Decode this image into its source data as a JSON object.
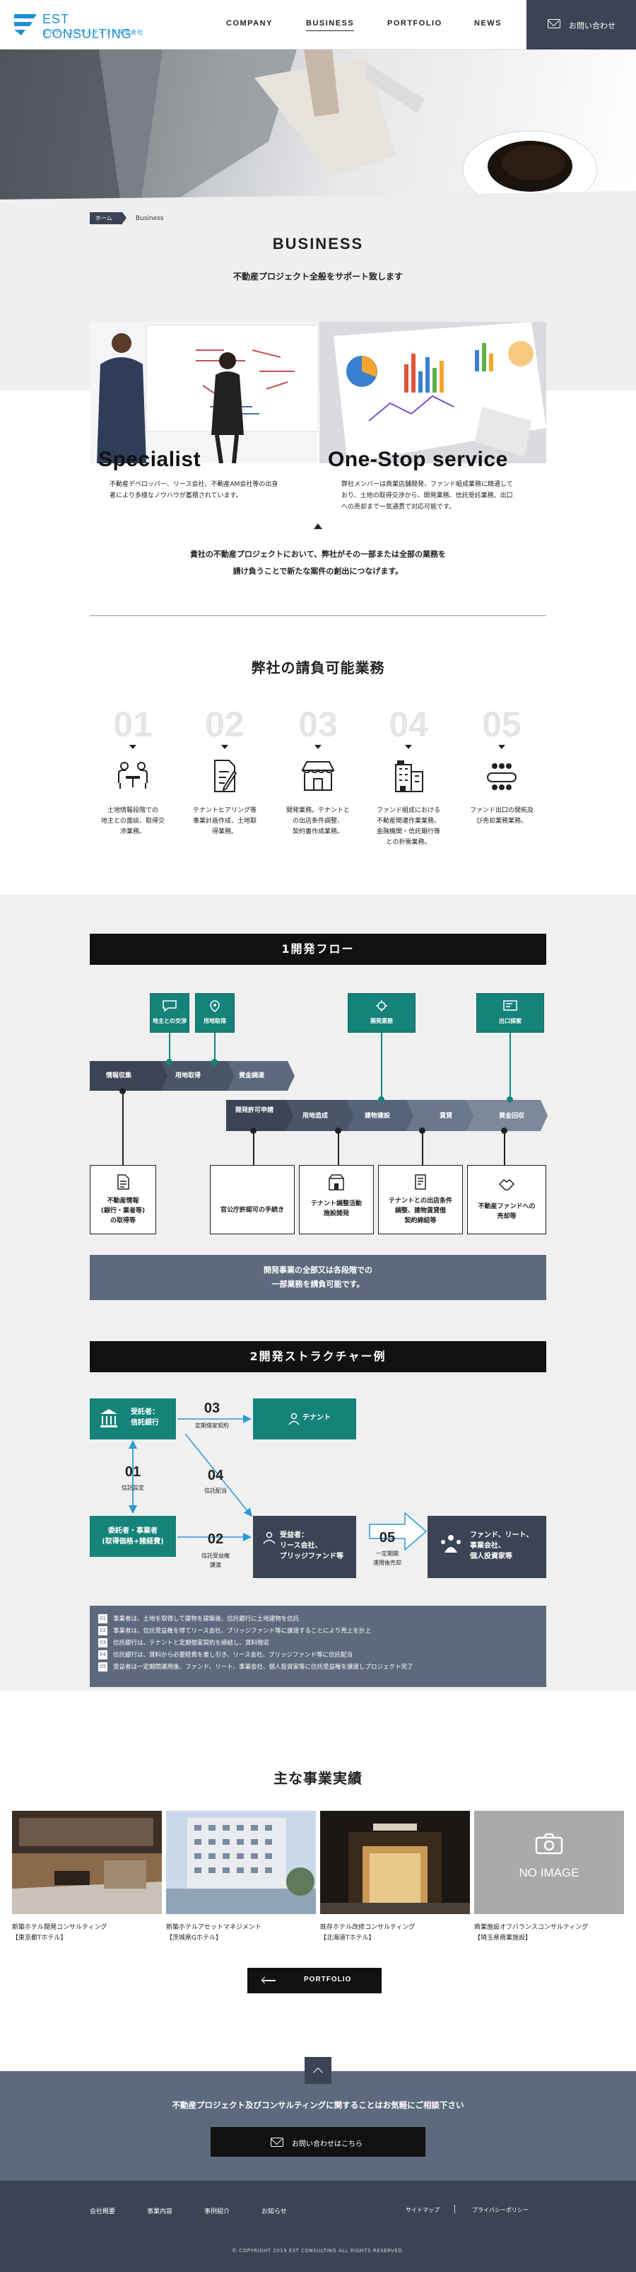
{
  "header": {
    "logo_text": "EST CONSULTING",
    "logo_sub": "エスティコンサルティング株式会社",
    "nav": [
      "COMPANY",
      "BUSINESS",
      "PORTFOLIO",
      "NEWS"
    ],
    "contact": "お問い合わせ"
  },
  "breadcrumb": {
    "home": "ホーム",
    "current": "Business"
  },
  "page": {
    "title": "BUSINESS",
    "subtitle": "不動産プロジェクト全般をサポート致します"
  },
  "cards": [
    {
      "title": "Specialist",
      "text1": "不動産デベロッパー、リース会社、不動産AM会社等の出身",
      "text2": "者により多様なノウハウが蓄積されています。"
    },
    {
      "title": "One-Stop service",
      "text1": "弊社メンバーは商業店舗開発、ファンド組成業務に精通して",
      "text2": "おり、土地の取得交渉から、開発業務、信託受託業務、出口",
      "text3": "への売却まで一気通貫で対応可能です。"
    }
  ],
  "lead": {
    "line1": "貴社の不動産プロジェクトにおいて、弊社がその一部または全部の業務を",
    "line2": "請け負うことで新たな案件の創出につなげます。"
  },
  "services": {
    "title": "弊社の請負可能業務",
    "items": [
      {
        "num": "01",
        "icon": "meeting-icon",
        "l1": "土地情報段階での",
        "l2": "地主との面談、取得交",
        "l3": "渉業務。"
      },
      {
        "num": "02",
        "icon": "document-pen-icon",
        "l1": "テナントヒアリング等",
        "l2": "事業計画作成、土地取",
        "l3": "得業務。"
      },
      {
        "num": "03",
        "icon": "store-icon",
        "l1": "開発業務。テナントと",
        "l2": "の出店条件調整、",
        "l3": "契約書作成業務。"
      },
      {
        "num": "04",
        "icon": "building-icon",
        "l1": "ファンド組成における",
        "l2": "不動産関連作業業務。",
        "l3": "金融機関・信託銀行等",
        "l4": "との折衝業務。"
      },
      {
        "num": "05",
        "icon": "conference-icon",
        "l1": "ファンド出口の開拓及",
        "l2": "び売却業務業務。"
      }
    ]
  },
  "flow": {
    "title": "1開発フロー",
    "teal_top": [
      "地主との交渉",
      "用地取得",
      "開発業務",
      "出口探索"
    ],
    "row1": [
      "情報収集",
      "用地取得",
      "資金調達"
    ],
    "row2": [
      "開発許可申請",
      "用地造成",
      "建物建設",
      "賃貸",
      "資金回収"
    ],
    "boxes": [
      {
        "l1": "不動産情報",
        "l2": "(銀行・業者等)",
        "l3": "の取得等"
      },
      {
        "l1": "官公庁許認可の手続き"
      },
      {
        "l1": "テナント調整活動",
        "l2": "施設開発"
      },
      {
        "l1": "テナントとの出店条件",
        "l2": "調整、建物賃貸借",
        "l3": "契約締結等"
      },
      {
        "l1": "不動産ファンドへの",
        "l2": "売却等"
      }
    ],
    "summary1": "開発事業の全部又は各段階での",
    "summary2": "一部業務を請負可能です。"
  },
  "structure": {
    "title": "2開発ストラクチャー例",
    "trustee": {
      "l1": "受託者：",
      "l2": "信託銀行"
    },
    "tenant": "テナント",
    "beneficiary": {
      "l1": "委託者・事業者",
      "l2": "(取得価格+諸経費)"
    },
    "sub_beneficiary": {
      "l1": "受益者：",
      "l2": "リース会社、",
      "l3": "ブリッジファンド等"
    },
    "exit": {
      "l1": "ファンド、リート、",
      "l2": "事業会社、",
      "l3": "個人投資家等"
    },
    "steps": [
      {
        "num": "01",
        "label": "信託設定"
      },
      {
        "num": "02",
        "label1": "信託受益権",
        "label2": "譲渡"
      },
      {
        "num": "03",
        "label": "定期借家契約"
      },
      {
        "num": "04",
        "label": "信託配当"
      },
      {
        "num": "05",
        "label1": "一定期間",
        "label2": "運用後売却"
      }
    ],
    "notes": [
      {
        "n": "01",
        "t": "事業者は、土地を取得して建物を建築後、信託銀行に土地建物を信託"
      },
      {
        "n": "02",
        "t": "事業者は、信託受益権を得てリース会社、ブリッジファンド等に譲渡することにより売上を計上"
      },
      {
        "n": "03",
        "t": "信託銀行は、テナントと定期借家契約を締結し、賃料徴収"
      },
      {
        "n": "04",
        "t": "信託銀行は、賃料から必要経費を差し引き、リース会社、ブリッジファンド等に信託配当"
      },
      {
        "n": "05",
        "t": "受益者は一定期間運用後、ファンド、リート、事業会社、個人投資家等に信託受益権を譲渡しプロジェクト完了"
      }
    ]
  },
  "works": {
    "title": "主な事業実績",
    "items": [
      {
        "l1": "新築ホテル開発コンサルティング",
        "l2": "【東京都Tホテル】"
      },
      {
        "l1": "新築ホテルアセットマネジメント",
        "l2": "【茨城県Gホテル】"
      },
      {
        "l1": "既存ホテル改修コンサルティング",
        "l2": "【北海道Tホテル】"
      },
      {
        "l1": "商業施設オフバランスコンサルティング",
        "l2": "【埼玉県商業施設】"
      }
    ],
    "no_image": "NO IMAGE",
    "button": "PORTFOLIO"
  },
  "cta": {
    "text": "不動産プロジェクト及びコンサルティングに関することはお気軽にご相談下さい",
    "button": "お問い合わせはこちら"
  },
  "footer": {
    "links": [
      "会社概要",
      "事業内容",
      "事例紹介",
      "お知らせ"
    ],
    "links_right": [
      "サイトマップ",
      "プライバシーポリシー"
    ],
    "copyright": "© COPYRIGHT 2019 EST CONSULTING ALL RIGHTS RESERVED."
  },
  "colors": {
    "teal": "#15837a",
    "navy": "#3a4454",
    "slate": "#5d6a7e",
    "accent_blue": "#1e8fd6"
  }
}
